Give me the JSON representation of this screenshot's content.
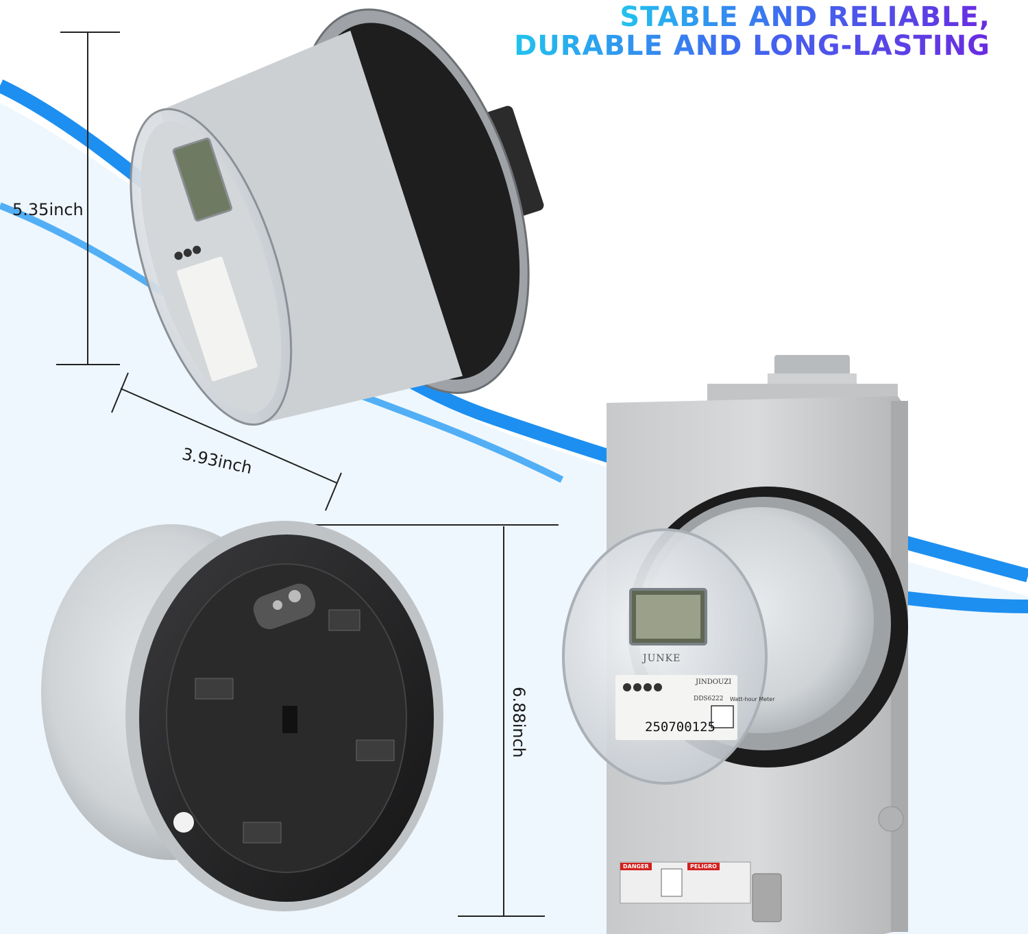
{
  "headline": {
    "line1": "STABLE AND RELIABLE,",
    "line2": "DURABLE AND LONG-LASTING",
    "gradient": [
      "#22c3ee",
      "#3d6cf0",
      "#6a2be0"
    ]
  },
  "dimensions": {
    "height": "5.35inch",
    "width": "3.93inch",
    "diameter": "6.88inch"
  },
  "meter_face": {
    "brand": "JUNKE",
    "maker": "JINDOUZI",
    "model": "DDS6222",
    "meter_type": "Watt-hour Meter",
    "serial": "250700125"
  },
  "warning_labels": {
    "danger": "DANGER",
    "peligro": "PELIGRO"
  },
  "colors": {
    "accent_blue": "#1d8ff0",
    "background_tint": "#e6f3fd"
  }
}
